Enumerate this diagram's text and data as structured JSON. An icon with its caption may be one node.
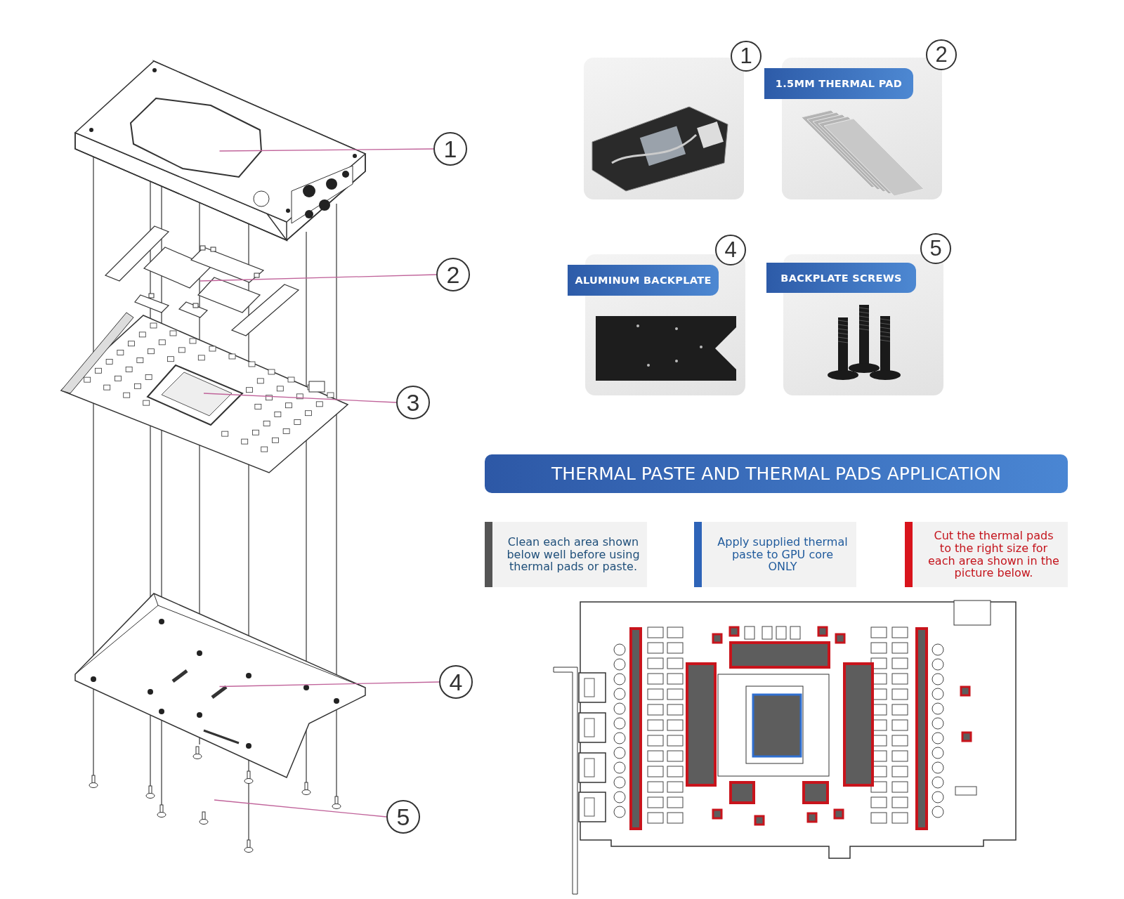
{
  "diagram": {
    "nodes": [
      {
        "text": [],
        "shape": "picture"
      },
      {
        "text": [],
        "shape": "picture"
      },
      {
        "text": [],
        "shape": "picture"
      },
      {
        "text": [],
        "shape": "picture"
      },
      {
        "text": [],
        "shape": "picture"
      },
      {
        "text": [
          "1"
        ]
      },
      {
        "text": [
          "2"
        ]
      },
      {
        "text": [
          "3"
        ]
      },
      {
        "text": [
          "4"
        ]
      },
      {
        "text": [
          "5"
        ]
      },
      {
        "text": [],
        "shape": "box"
      },
      {
        "text": [
          "1.5MM THERMAL PAD"
        ]
      },
      {
        "text": [
          "ALUMINUM BACKPLATE"
        ]
      },
      {
        "text": [
          "BACKPLATE SCREWS"
        ]
      },
      {
        "text": [
          "THERMAL PASTE AND THERMAL PADS APPLICATION"
        ]
      },
      {
        "text": [
          "Clean each area shown below well before using thermal pads or paste."
        ]
      },
      {
        "text": [
          "Apply supplied thermal paste to GPU core ONLY"
        ]
      },
      {
        "text": [
          "Cut the thermal pads to the right size for each area shown in the picture below."
        ]
      },
      {
        "text": [
          "1"
        ]
      },
      {
        "text": [
          "2"
        ]
      },
      {
        "text": [
          "4"
        ]
      },
      {
        "text": [
          "5"
        ]
      }
    ],
    "edges": [
      {
        "from": 5,
        "to": 0,
        "arrow": "none"
      },
      {
        "from": 6,
        "to": 1,
        "arrow": "none"
      },
      {
        "from": 7,
        "to": 2,
        "arrow": "none"
      },
      {
        "from": 8,
        "to": 3,
        "arrow": "none"
      },
      {
        "from": 9,
        "to": 4,
        "arrow": "none"
      }
    ]
  }
}
